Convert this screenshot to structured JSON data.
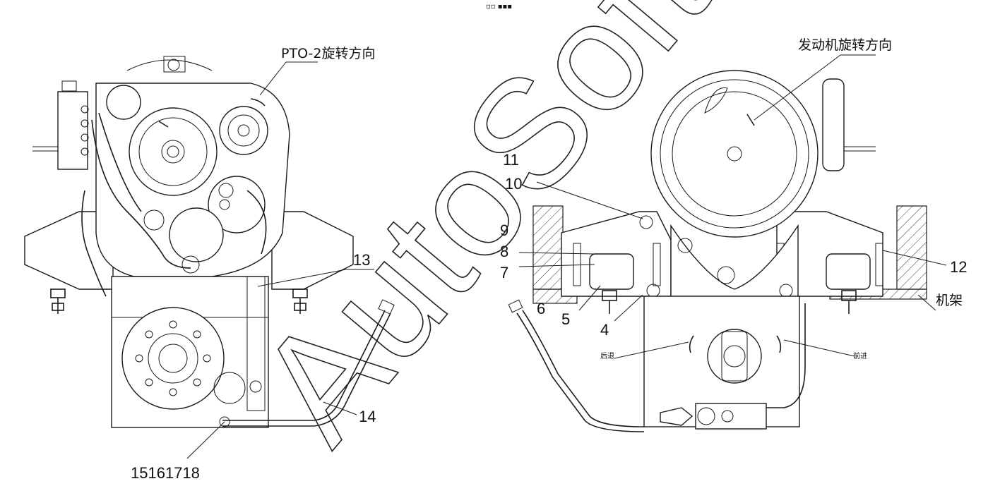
{
  "header_mark": "▫▫ ▪▪▪",
  "left_view": {
    "direction_label": "PTO-2旋转方向",
    "callouts": {
      "c13": "13",
      "c14": "14",
      "c15_18": "15161718"
    }
  },
  "right_view": {
    "direction_label": "发动机旋转方向",
    "callouts": {
      "c11": "11",
      "c10": "10",
      "c9": "9",
      "c8": "8",
      "c7": "7",
      "c6": "6",
      "c5": "5",
      "c4": "4",
      "c12": "12"
    },
    "frame_label": "机架",
    "reverse_label": "后退",
    "forward_label": "前进"
  },
  "watermark": "AutoSoft"
}
